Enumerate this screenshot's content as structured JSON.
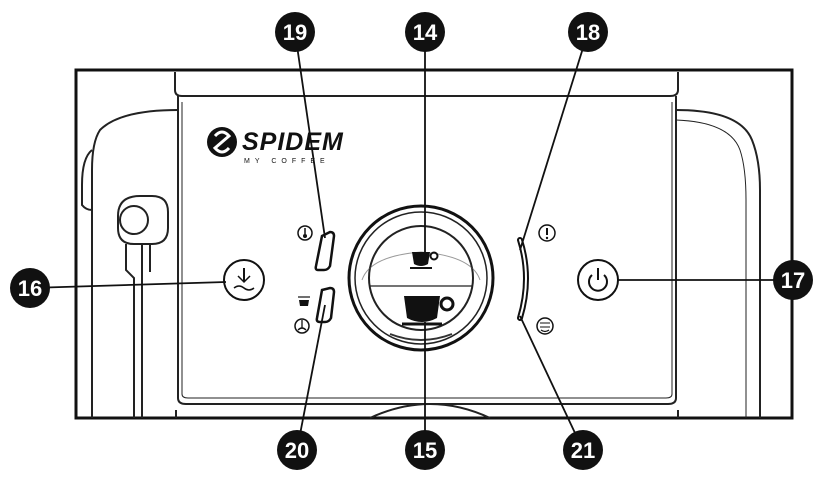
{
  "brand": {
    "name": "SPIDEM",
    "tagline": "MY COFFEE"
  },
  "callouts": [
    {
      "id": "14",
      "target": "single-cup-button"
    },
    {
      "id": "15",
      "target": "double-cup-button"
    },
    {
      "id": "16",
      "target": "steam-knob"
    },
    {
      "id": "17",
      "target": "power-button"
    },
    {
      "id": "18",
      "target": "alarm-light"
    },
    {
      "id": "19",
      "target": "temperature-light"
    },
    {
      "id": "20",
      "target": "coffee-steam-light"
    },
    {
      "id": "21",
      "target": "descale-light"
    }
  ],
  "icons": {
    "temperature": "thermometer-icon",
    "coffee_steam": "cup-steam-icon",
    "alarm": "exclamation-icon",
    "descale": "descale-icon",
    "steam": "steam-icon",
    "power": "power-icon",
    "single_cup": "small-cup-icon",
    "double_cup": "large-cup-icon"
  },
  "colors": {
    "callout_fill": "#111111",
    "callout_text": "#ffffff",
    "line": "#111111",
    "background": "#ffffff"
  }
}
